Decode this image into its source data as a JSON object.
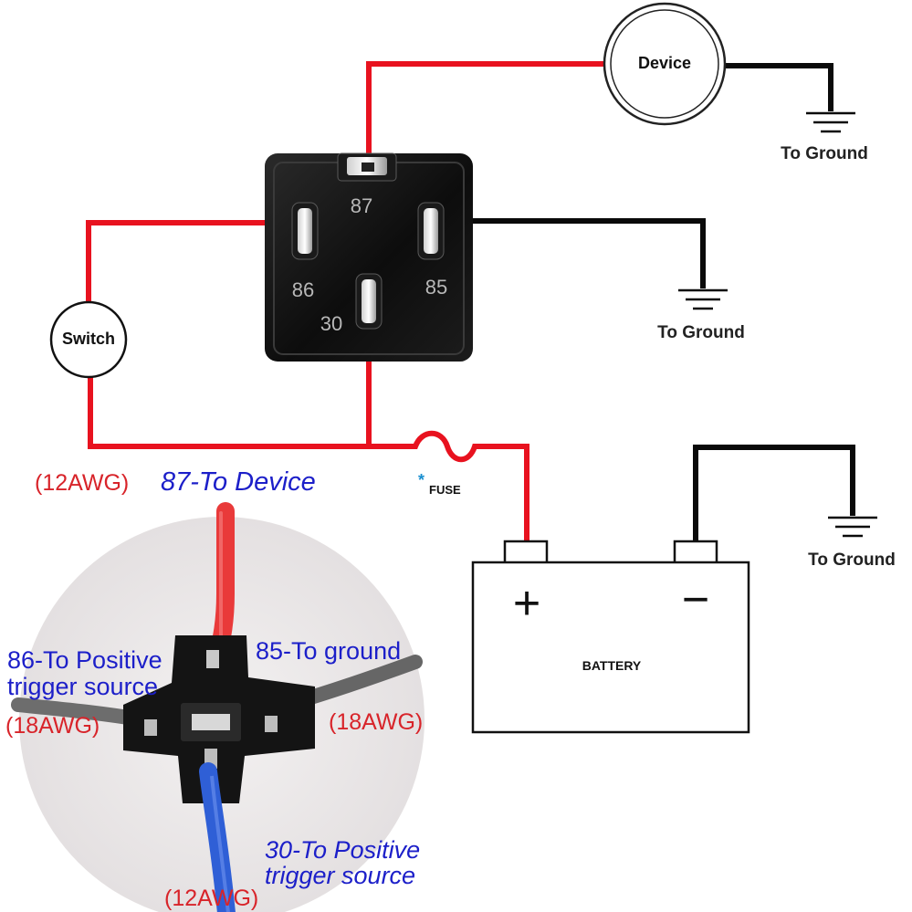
{
  "diagram": {
    "device_label": "Device",
    "switch_label": "Switch",
    "ground_label_top": "To Ground",
    "ground_label_mid": "To Ground",
    "ground_label_battery": "To Ground",
    "fuse_label": "FUSE",
    "fuse_asterisk": "*",
    "battery_label": "BATTERY",
    "battery_plus": "+",
    "battery_minus": "−",
    "relay_pins": {
      "p87": "87",
      "p86": "86",
      "p85": "85",
      "p30": "30"
    }
  },
  "photo_callouts": {
    "gauge_87": "(12AWG)",
    "label_87": "87-To Device",
    "label_86_line1": "86-To Positive",
    "label_86_line2": "trigger source",
    "gauge_86": "(18AWG)",
    "label_85": "85-To ground",
    "gauge_85": "(18AWG)",
    "label_30_line1": "30-To Positive",
    "label_30_line2": "trigger source",
    "gauge_30": "(12AWG)"
  },
  "colors": {
    "positive_wire": "#e8121f",
    "ground_wire": "#0a0a0a",
    "callout_blue": "#1c1fc9",
    "callout_red": "#d8242a",
    "fuse_star": "#1a8fd0"
  }
}
